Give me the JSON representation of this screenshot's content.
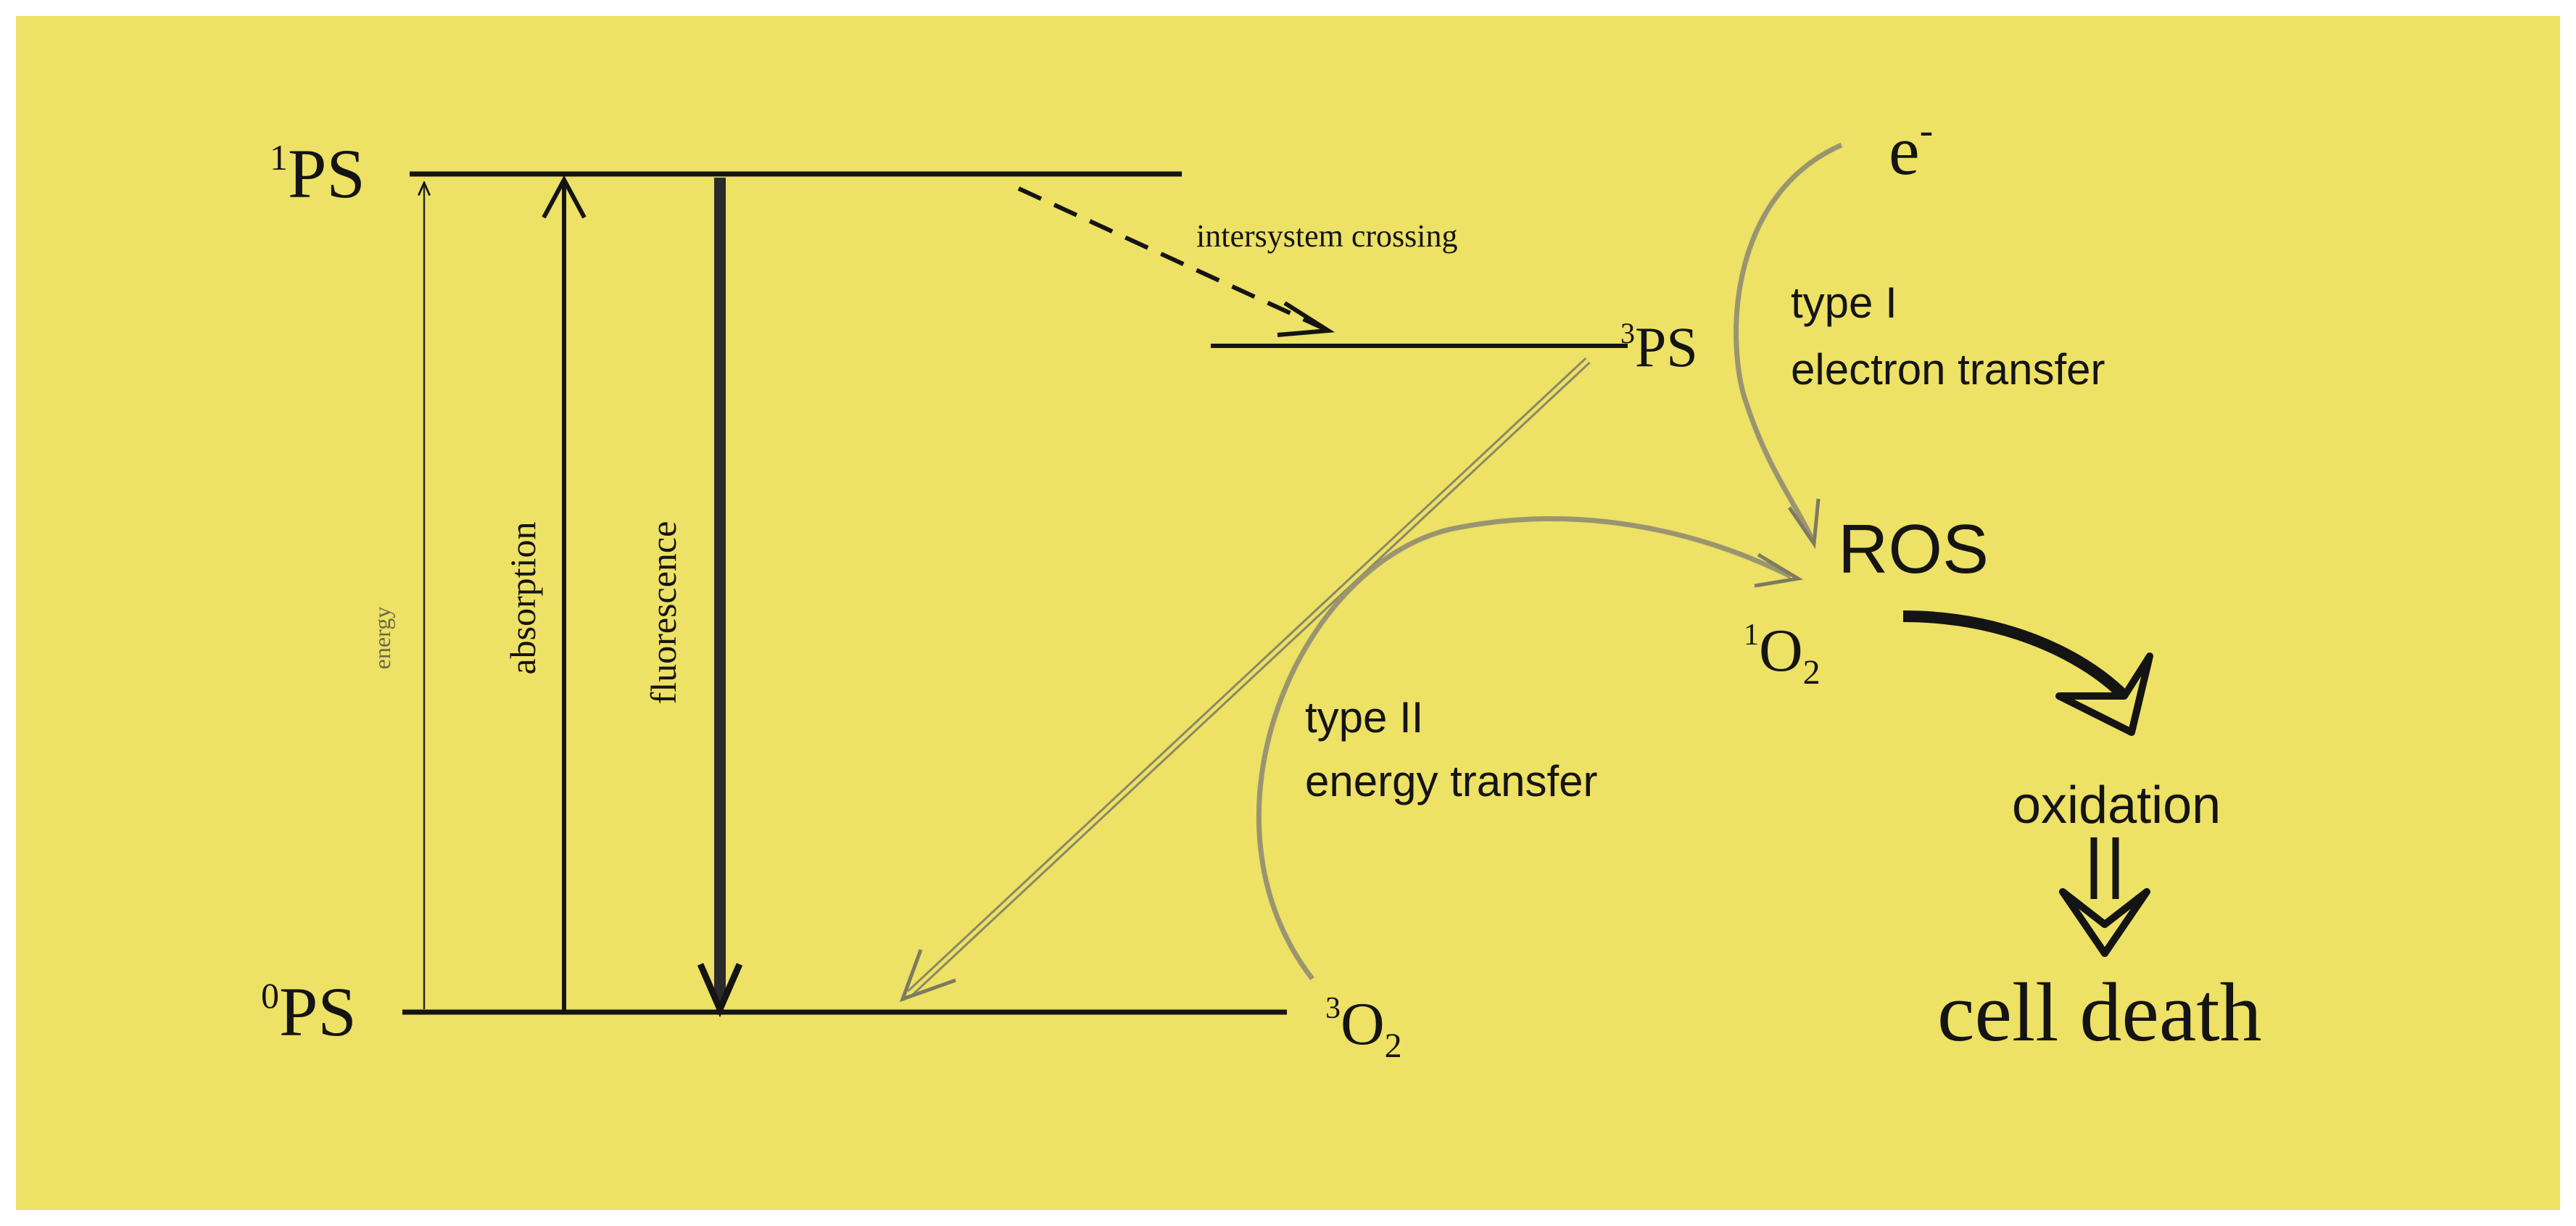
{
  "colors": {
    "background": "#ede166",
    "ink": "#141414",
    "grey_arrow": "#7d7a60"
  },
  "levels": {
    "singlet_ps_sup": "1",
    "singlet_ps_main": "PS",
    "triplet_ps_sup": "3",
    "triplet_ps_main": "PS",
    "ground_ps_sup": "0",
    "ground_ps_main": "PS"
  },
  "processes": {
    "energy": "energy",
    "absorption": "absorption",
    "fluorescence": "fluorescence",
    "intersystem_crossing": "intersystem crossing"
  },
  "type1": {
    "electron_main": "e",
    "electron_sup": "-",
    "line1": "type I",
    "line2": "electron transfer"
  },
  "type2": {
    "line1": "type II",
    "line2": "energy transfer"
  },
  "products": {
    "ros": "ROS",
    "singlet_o2_sup": "1",
    "singlet_o2_main": "O",
    "singlet_o2_sub": "2",
    "triplet_o2_sup": "3",
    "triplet_o2_main": "O",
    "triplet_o2_sub": "2",
    "oxidation": "oxidation",
    "cell_death": "cell death"
  }
}
